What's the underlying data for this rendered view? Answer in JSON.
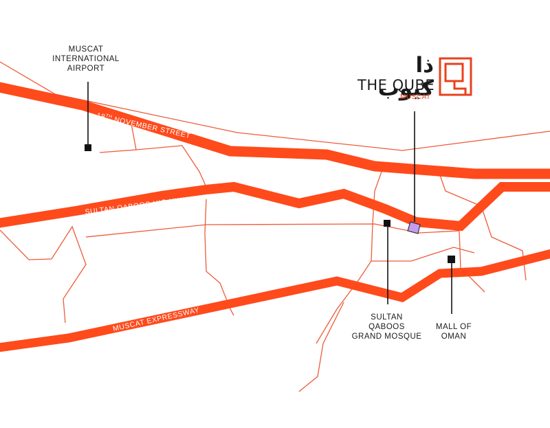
{
  "colors": {
    "road": "#ff4a1c",
    "minor_road": "#ee5a38",
    "marker": "#111111",
    "qube_marker": "#c79cf0",
    "brand_accent": "#e8411c"
  },
  "brand": {
    "name_arabic": "ذا كيوب",
    "name": "THE QUBE",
    "city": "MUSCAT",
    "logo_icon": "qube-logo-icon"
  },
  "roads": {
    "nov18_street": {
      "text": "18",
      "sup": "TH",
      "rest": " NOVEMBER STREET"
    },
    "sultan_qaboos_highway": "SULTAN QABOOS HIG  HWAY",
    "muscat_expressway": "MUSCAT EXPRESSWAY"
  },
  "places": {
    "airport": [
      "MUSCAT",
      "INTERNATIONAL",
      "AIRPORT"
    ],
    "grand_mosque": [
      "SULTAN",
      "QABOOS",
      "GRAND MOSQUE"
    ],
    "mall": [
      "MALL OF",
      "OMAN"
    ]
  }
}
